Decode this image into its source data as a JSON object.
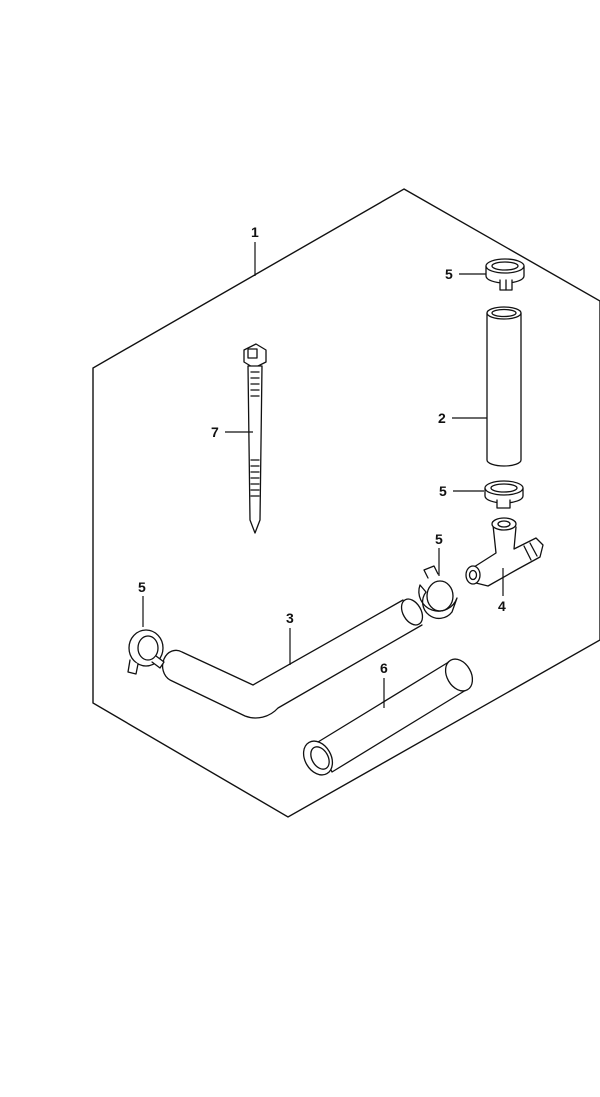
{
  "diagram": {
    "type": "exploded parts diagram",
    "colors": {
      "line": "#111111",
      "background": "#ffffff"
    },
    "callouts": {
      "kit": "1",
      "hose_vertical": "2",
      "hose_bent": "3",
      "tee_joint": "4",
      "clip_top": "5",
      "clip_upper_middle": "5",
      "clip_lower_middle": "5",
      "clip_left": "5",
      "hose_straight": "6",
      "cable_tie": "7"
    }
  }
}
